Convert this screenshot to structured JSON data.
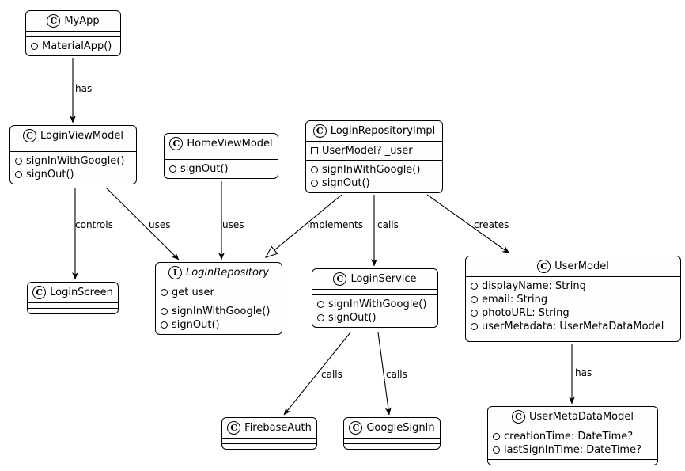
{
  "diagram": {
    "type": "uml-class-diagram",
    "colors": {
      "background": "#ffffff",
      "box_fill": "#fefefe",
      "border": "#000000",
      "text": "#000000"
    },
    "classes": [
      {
        "spot": "C",
        "kind": "class",
        "name": "MyApp",
        "fields": [],
        "methods": [
          {
            "icon": "circle-icon",
            "text": "MaterialApp()"
          }
        ]
      },
      {
        "spot": "C",
        "kind": "class",
        "name": "LoginViewModel",
        "fields": [],
        "methods": [
          {
            "icon": "circle-icon",
            "text": "signInWithGoogle()"
          },
          {
            "icon": "circle-icon",
            "text": "signOut()"
          }
        ]
      },
      {
        "spot": "C",
        "kind": "class",
        "name": "HomeViewModel",
        "fields": [],
        "methods": [
          {
            "icon": "circle-icon",
            "text": "signOut()"
          }
        ]
      },
      {
        "spot": "C",
        "kind": "class",
        "name": "LoginRepositoryImpl",
        "fields": [
          {
            "icon": "square-icon",
            "text": "UserModel? _user"
          }
        ],
        "methods": [
          {
            "icon": "circle-icon",
            "text": "signInWithGoogle()"
          },
          {
            "icon": "circle-icon",
            "text": "signOut()"
          }
        ]
      },
      {
        "spot": "I",
        "kind": "interface",
        "name": "LoginRepository",
        "fields": [
          {
            "icon": "circle-icon",
            "text": "get user"
          }
        ],
        "methods": [
          {
            "icon": "circle-icon",
            "text": "signInWithGoogle()"
          },
          {
            "icon": "circle-icon",
            "text": "signOut()"
          }
        ]
      },
      {
        "spot": "C",
        "kind": "class",
        "name": "LoginService",
        "fields": [],
        "methods": [
          {
            "icon": "circle-icon",
            "text": "signInWithGoogle()"
          },
          {
            "icon": "circle-icon",
            "text": "signOut()"
          }
        ]
      },
      {
        "spot": "C",
        "kind": "class",
        "name": "UserModel",
        "fields": [
          {
            "icon": "circle-icon",
            "text": "displayName: String"
          },
          {
            "icon": "circle-icon",
            "text": "email: String"
          },
          {
            "icon": "circle-icon",
            "text": "photoURL: String"
          },
          {
            "icon": "circle-icon",
            "text": "userMetadata: UserMetaDataModel"
          }
        ],
        "methods": []
      },
      {
        "spot": "C",
        "kind": "class",
        "name": "LoginScreen",
        "fields": [],
        "methods": []
      },
      {
        "spot": "C",
        "kind": "class",
        "name": "FirebaseAuth",
        "fields": [],
        "methods": []
      },
      {
        "spot": "C",
        "kind": "class",
        "name": "GoogleSignIn",
        "fields": [],
        "methods": []
      },
      {
        "spot": "C",
        "kind": "class",
        "name": "UserMetaDataModel",
        "fields": [
          {
            "icon": "circle-icon",
            "text": "creationTime: DateTime?"
          },
          {
            "icon": "circle-icon",
            "text": "lastSignInTime: DateTime?"
          }
        ],
        "methods": []
      }
    ],
    "edges": [
      {
        "from": "MyApp",
        "to": "LoginViewModel",
        "label": "has",
        "type": "arrow"
      },
      {
        "from": "LoginViewModel",
        "to": "LoginScreen",
        "label": "controls",
        "type": "arrow"
      },
      {
        "from": "LoginViewModel",
        "to": "LoginRepository",
        "label": "uses",
        "type": "arrow"
      },
      {
        "from": "HomeViewModel",
        "to": "LoginRepository",
        "label": "uses",
        "type": "arrow"
      },
      {
        "from": "LoginRepositoryImpl",
        "to": "LoginRepository",
        "label": "implements",
        "type": "realization"
      },
      {
        "from": "LoginRepositoryImpl",
        "to": "LoginService",
        "label": "calls",
        "type": "arrow"
      },
      {
        "from": "LoginRepositoryImpl",
        "to": "UserModel",
        "label": "creates",
        "type": "arrow"
      },
      {
        "from": "LoginService",
        "to": "FirebaseAuth",
        "label": "calls",
        "type": "arrow"
      },
      {
        "from": "LoginService",
        "to": "GoogleSignIn",
        "label": "calls",
        "type": "arrow"
      },
      {
        "from": "UserModel",
        "to": "UserMetaDataModel",
        "label": "has",
        "type": "arrow"
      }
    ]
  }
}
